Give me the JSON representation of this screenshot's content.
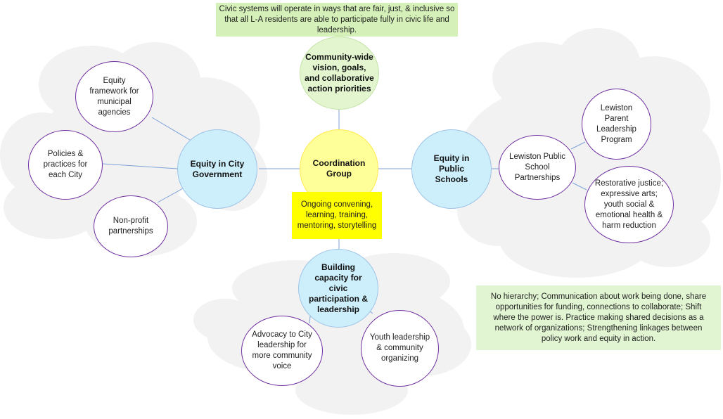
{
  "colors": {
    "cloud": "#f2f2f3",
    "connector": "#7da2d8",
    "leaf_border": "#7030a0",
    "hub_fill": "#cdeffb",
    "center_fill": "#ffff99",
    "vision_fill": "#e2f5cf",
    "goal_box_fill": "#d5f0b8",
    "convening_box_fill": "#ffff00"
  },
  "goal_statement": "Civic systems will operate in ways that are fair, just, & inclusive so that all L-A residents are able to participate fully in civic life and leadership.",
  "vision_node": "Community-wide vision, goals, and collaborative action priorities",
  "center_node": "Coordination Group",
  "convening_box": "Ongoing convening, learning, training, mentoring, storytelling",
  "network_note": "No hierarchy; Communication about work being done, share opportunities for funding, connections to collaborate; Shift where the power is. Practice making shared decisions as a network of organizations; Strengthening linkages between policy work and equity in action.",
  "hubs": {
    "city_government": {
      "label": "Equity in City Government",
      "leaves": [
        "Equity framework for municipal agencies",
        "Policies & practices for each City",
        "Non-profit partnerships"
      ]
    },
    "public_schools": {
      "label": "Equity in Public Schools",
      "partner": "Lewiston Public School Partnerships",
      "leaves": [
        "Lewiston Parent Leadership Program",
        "Restorative justice; expressive arts; youth social & emotional health & harm reduction"
      ]
    },
    "civic_capacity": {
      "label": "Building capacity for civic participation & leadership",
      "leaves": [
        "Advocacy to City leadership for more community voice",
        "Youth leadership & community organizing"
      ]
    }
  }
}
